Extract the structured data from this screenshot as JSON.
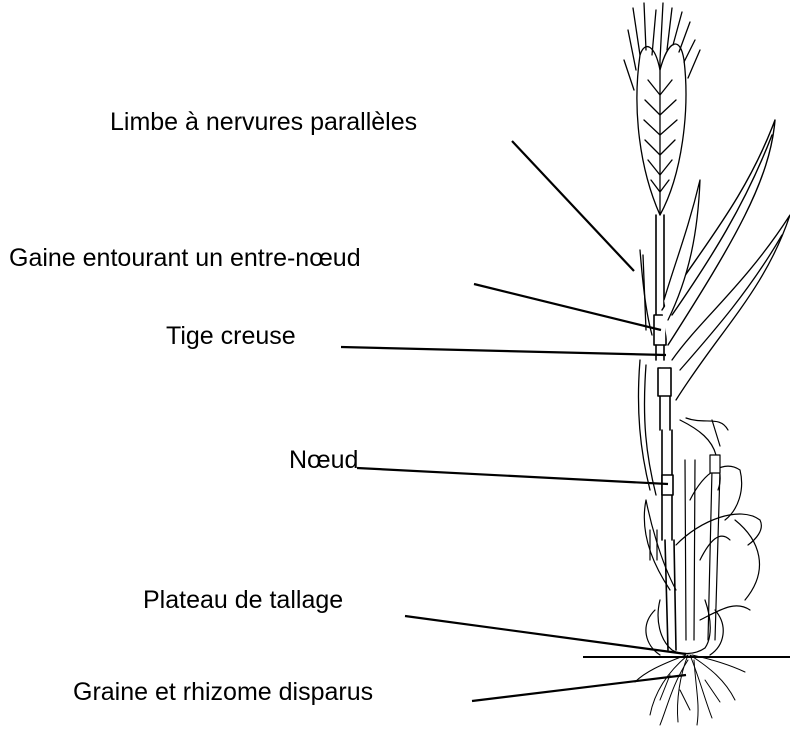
{
  "labels": {
    "limbe": "Limbe à nervures parallèles",
    "gaine": "Gaine entourant un entre-nœud",
    "tige": "Tige creuse",
    "noeud": "Nœud",
    "plateau": "Plateau de tallage",
    "graine": "Graine et rhizome disparus"
  }
}
